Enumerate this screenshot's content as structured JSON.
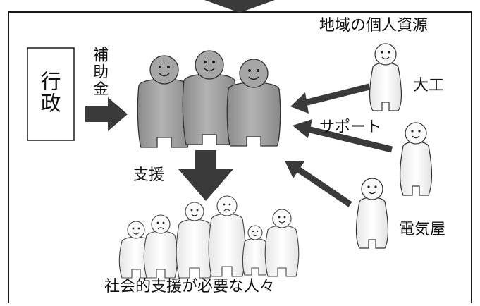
{
  "labels": {
    "gov_box_text": "行政",
    "subsidy": "補助金",
    "local_resources": "地域の個人資源",
    "carpenter": "大工",
    "support": "サポート",
    "electrician": "電気屋",
    "assistance": "支援",
    "people_in_need": "社会的支援が必要な人々"
  },
  "colors": {
    "frame": "#1a1a1a",
    "arrow_dark": "#3a3a3a",
    "figure_gray": "#9d9d9d",
    "figure_light": "#f4f4f4",
    "figure_stroke": "#333333"
  },
  "icons": {
    "top_arrow": "down-arrow-icon",
    "subsidy_arrow": "right-arrow-icon",
    "assistance_arrow": "down-arrow-icon",
    "support_arrows": "left-arrow-icon",
    "person": "person-icon"
  }
}
